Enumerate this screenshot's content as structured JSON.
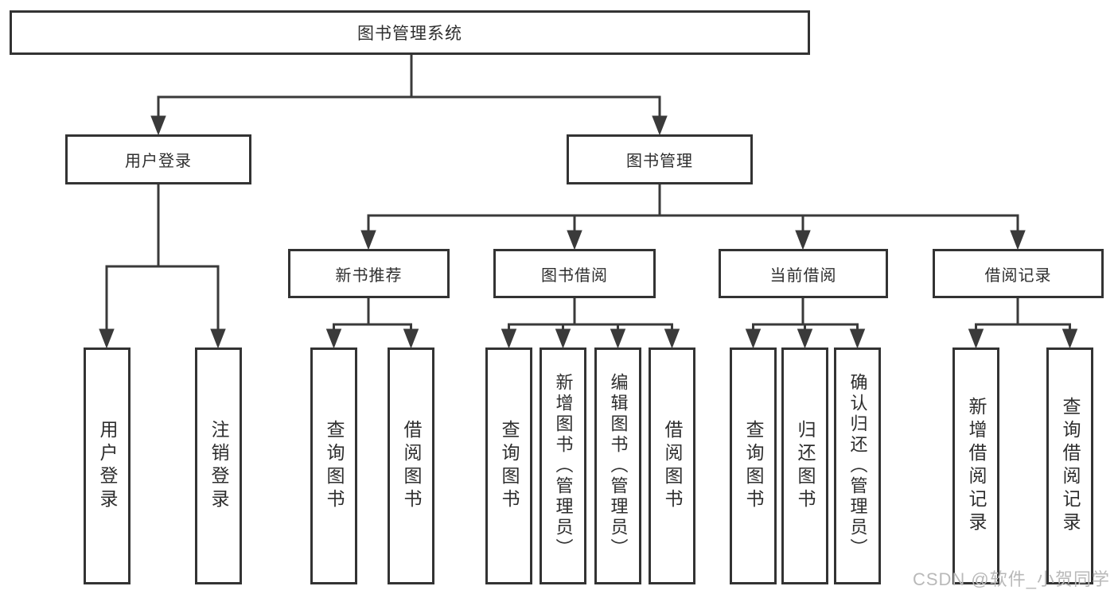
{
  "diagram": {
    "title": "图书管理系统",
    "branches": [
      {
        "label": "用户登录",
        "children": [
          {
            "label": "用户登录"
          },
          {
            "label": "注销登录"
          }
        ]
      },
      {
        "label": "图书管理",
        "children": [
          {
            "label": "新书推荐",
            "children": [
              {
                "label": "查询图书"
              },
              {
                "label": "借阅图书"
              }
            ]
          },
          {
            "label": "图书借阅",
            "children": [
              {
                "label": "查询图书"
              },
              {
                "label": "新增图书（管理员）"
              },
              {
                "label": "编辑图书（管理员）"
              },
              {
                "label": "借阅图书"
              }
            ]
          },
          {
            "label": "当前借阅",
            "children": [
              {
                "label": "查询图书"
              },
              {
                "label": "归还图书"
              },
              {
                "label": "确认归还（管理员）"
              }
            ]
          },
          {
            "label": "借阅记录",
            "children": [
              {
                "label": "新增借阅记录"
              },
              {
                "label": "查询借阅记录"
              }
            ]
          }
        ]
      }
    ]
  },
  "watermark": "CSDN @软件_小贺同学",
  "colors": {
    "line": "#3a3a3a",
    "border": "#333333",
    "text": "#2e2e2e",
    "watermark": "#b9b9b9"
  }
}
